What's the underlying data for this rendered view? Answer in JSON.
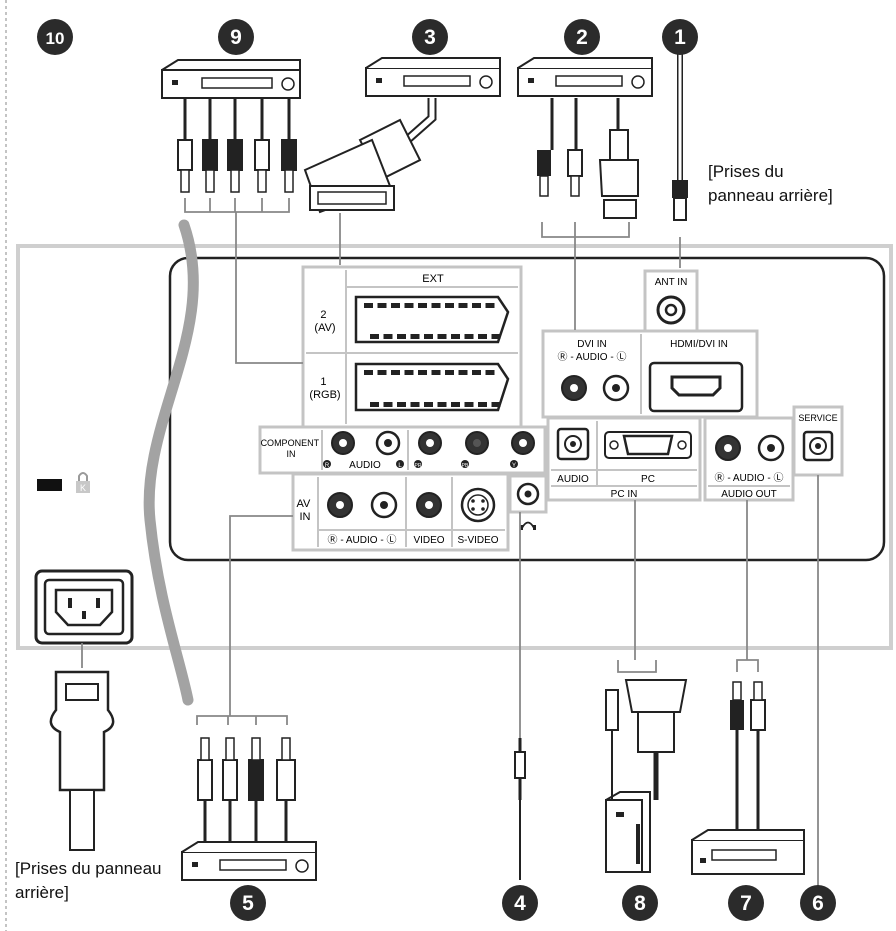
{
  "captions": {
    "rear_panel_top": "[Prises du\npanneau arrière]",
    "rear_panel_bottom": "[Prises du panneau\narrière]"
  },
  "callouts": [
    "1",
    "2",
    "3",
    "4",
    "5",
    "6",
    "7",
    "8",
    "9",
    "10"
  ],
  "panel": {
    "ext": "EXT",
    "ext2": "2\n(AV)",
    "ext1": "1\n(RGB)",
    "ant_in": "ANT IN",
    "dvi_in": "DVI IN",
    "dvi_audio": "Ⓡ - AUDIO - Ⓛ",
    "hdmi_dvi_in": "HDMI/DVI IN",
    "service": "SERVICE",
    "component_in": "COMPONENT\nIN",
    "component_r": "R",
    "component_audio": "AUDIO",
    "component_l": "L",
    "pr": "PR",
    "pb": "PB",
    "y": "Y",
    "av_in": "AV\nIN",
    "av_audio": "Ⓡ - AUDIO - Ⓛ",
    "video": "VIDEO",
    "s_video": "S-VIDEO",
    "pc_audio": "AUDIO",
    "pc": "PC",
    "pc_in": "PC IN",
    "audio_out_lr": "Ⓡ - AUDIO - Ⓛ",
    "audio_out": "AUDIO OUT",
    "kensington": "K"
  },
  "colors": {
    "line": "#6e6e6e",
    "panel_fill": "#ffffff",
    "jack_dark": "#333333",
    "jack_light": "#ffffff",
    "callout_fill": "#2b2b2b",
    "cable": "#9a9a9a"
  }
}
